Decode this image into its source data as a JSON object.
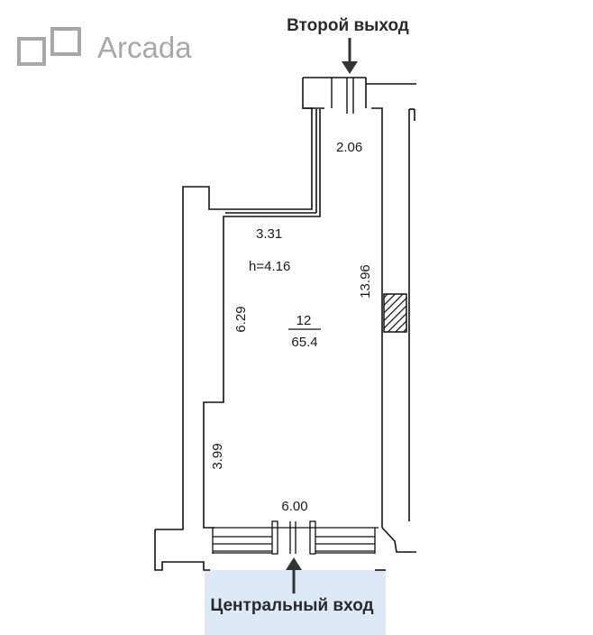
{
  "logo": {
    "text": "Arcada"
  },
  "labels": {
    "second_exit": "Второй выход",
    "main_entrance": "Центральный вход"
  },
  "plan": {
    "room_number": "12",
    "room_area": "65.4",
    "height": "h=4.16",
    "dimensions": {
      "top_notch": "2.06",
      "step": "3.31",
      "right_wall": "13.96",
      "left_upper": "6.29",
      "left_lower": "3.99",
      "bottom": "6.00"
    }
  },
  "colors": {
    "line": "#111111",
    "entrance_highlight": "#dde9f6",
    "logo": "#a8a8a8"
  }
}
